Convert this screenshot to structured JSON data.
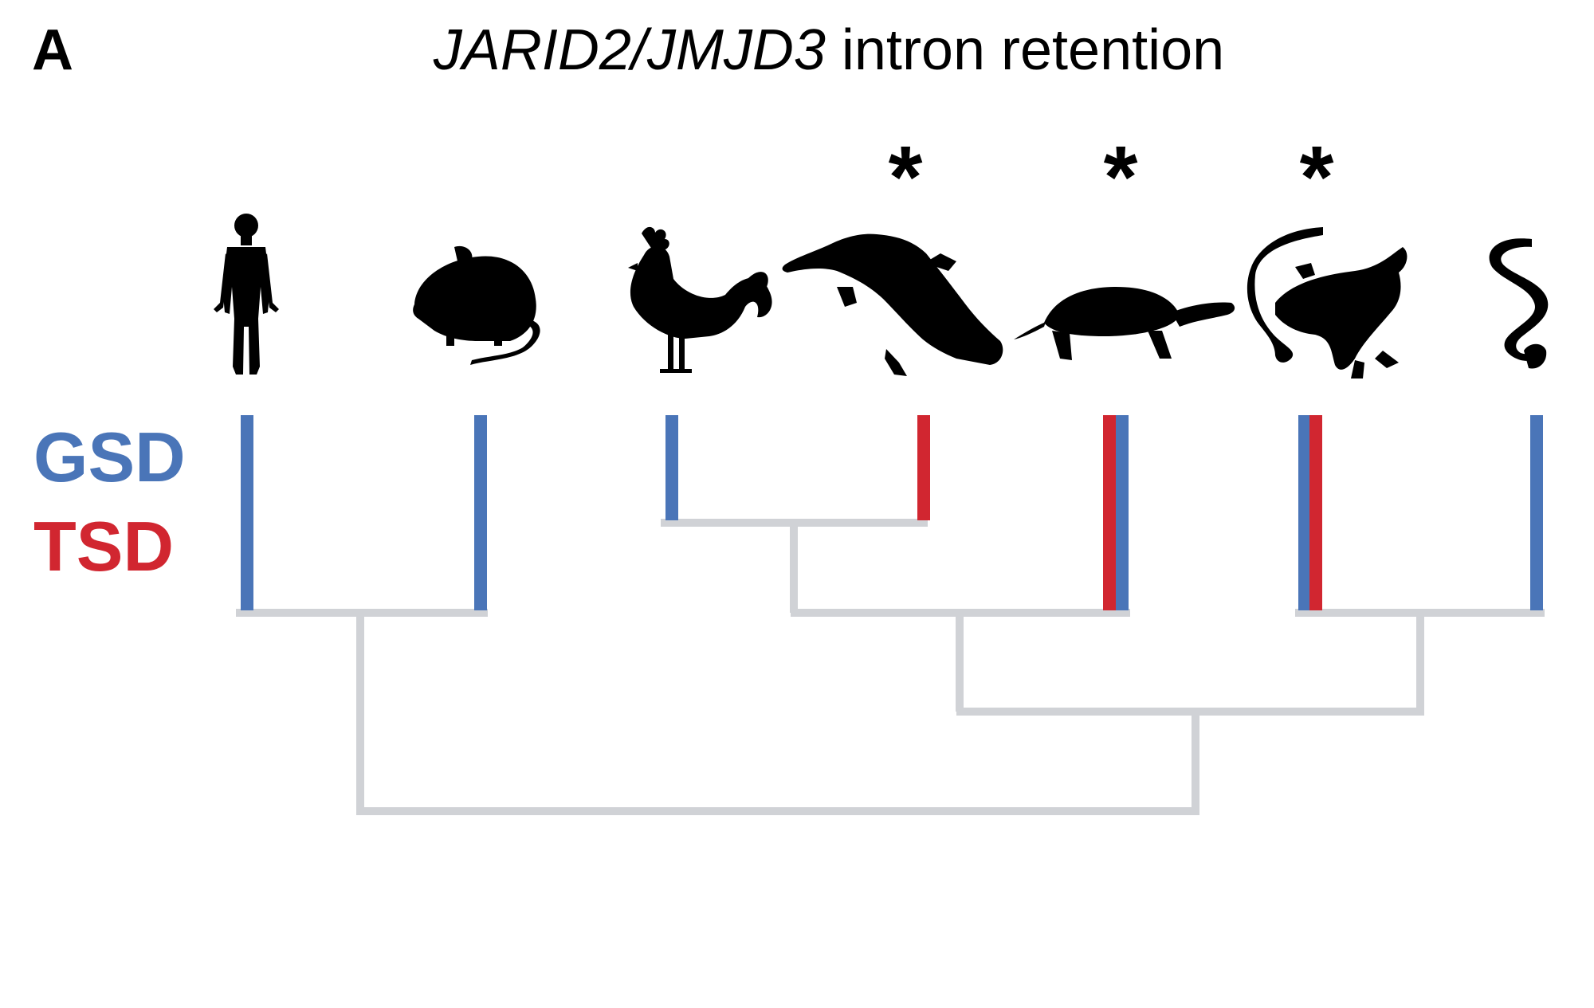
{
  "panel_label": "A",
  "title": {
    "italic": "JARID2/JMJD3",
    "rest": " intron retention"
  },
  "legend": [
    {
      "label": "GSD",
      "color": "#4a75b8"
    },
    {
      "label": "TSD",
      "color": "#d12630"
    }
  ],
  "colors": {
    "gsd": "#4a75b8",
    "tsd": "#d12630",
    "tree": "#d0d2d6",
    "silhouette": "#000000"
  },
  "asterisk_text": "*",
  "taxa": [
    {
      "id": "human",
      "icon": "human-silhouette-icon",
      "sex_determination": [
        "GSD"
      ],
      "asterisk": false
    },
    {
      "id": "mouse",
      "icon": "mouse-silhouette-icon",
      "sex_determination": [
        "GSD"
      ],
      "asterisk": false
    },
    {
      "id": "chicken",
      "icon": "rooster-silhouette-icon",
      "sex_determination": [
        "GSD"
      ],
      "asterisk": false
    },
    {
      "id": "alligator",
      "icon": "alligator-silhouette-icon",
      "sex_determination": [
        "TSD"
      ],
      "asterisk": true
    },
    {
      "id": "turtle",
      "icon": "turtle-silhouette-icon",
      "sex_determination": [
        "TSD",
        "GSD"
      ],
      "asterisk": true
    },
    {
      "id": "lizard",
      "icon": "lizard-silhouette-icon",
      "sex_determination": [
        "GSD",
        "TSD"
      ],
      "asterisk": true
    },
    {
      "id": "snake",
      "icon": "snake-silhouette-icon",
      "sex_determination": [
        "GSD"
      ],
      "asterisk": false
    }
  ]
}
